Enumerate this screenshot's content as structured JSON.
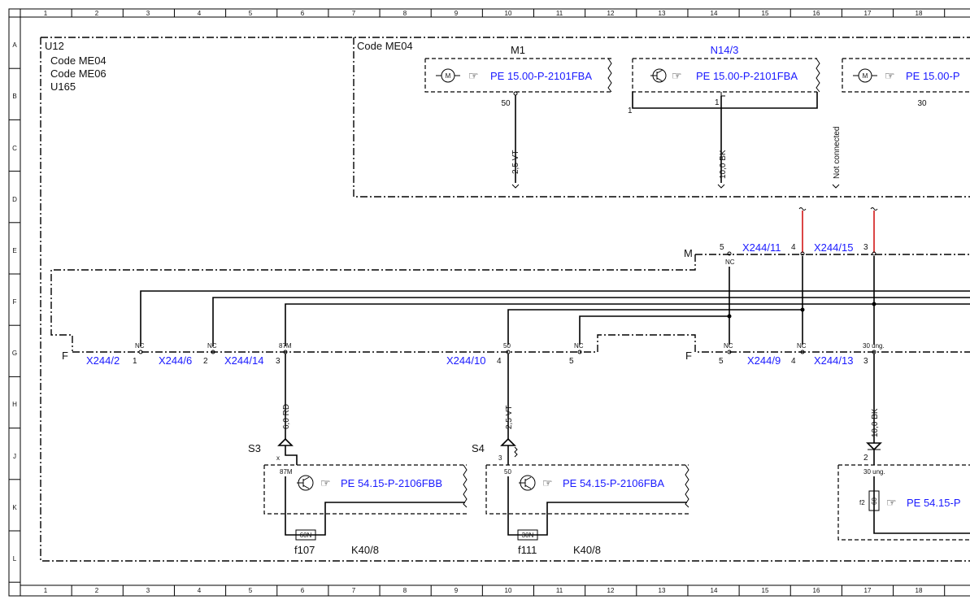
{
  "frame": {
    "columns": [
      "1",
      "2",
      "3",
      "4",
      "5",
      "6",
      "7",
      "8",
      "9",
      "10",
      "11",
      "12",
      "13",
      "14",
      "15",
      "16",
      "17",
      "18"
    ],
    "rows": [
      "A",
      "B",
      "C",
      "D",
      "E",
      "F",
      "G",
      "H",
      "J",
      "K",
      "L"
    ]
  },
  "outer_box": {
    "id": "U12",
    "codes": [
      "Code ME04",
      "Code ME06"
    ],
    "sub_id": "U165"
  },
  "upper_box": {
    "code": "Code ME04"
  },
  "components": {
    "m1": {
      "label": "M1",
      "ref": "PE 15.00-P-2101FBA",
      "pin": "50"
    },
    "n14": {
      "label": "N14/3",
      "ref": "PE 15.00-P-2101FBA",
      "pin": "1",
      "pin_b": "1"
    },
    "right_top": {
      "ref": "PE 15.00-P",
      "pin": "30"
    },
    "s3": {
      "label": "S3",
      "ref": "PE 54.15-P-2106FBB",
      "pin_top": "x",
      "pin_in": "87M"
    },
    "s4": {
      "label": "S4",
      "ref": "PE 54.15-P-2106FBA",
      "pin_top": "3",
      "pin_in": "50"
    },
    "f107": {
      "label": "f107",
      "rating": "60N"
    },
    "f111": {
      "label": "f111",
      "rating": "30N"
    },
    "k40_a": {
      "label": "K40/8"
    },
    "k40_b": {
      "label": "K40/8"
    },
    "f2": {
      "label": "f2",
      "rating": "60",
      "ref": "PE 54.15-P",
      "pin_top": "2",
      "pin_in": "30 ung."
    }
  },
  "wires": {
    "m1_wire": "2,5 VT",
    "n14_wire": "10,0 BK",
    "not_connected": "Not connected",
    "s3_wire": "6,0 RD",
    "s4_wire": "2,5 VT",
    "f2_wire": "10,0 BK"
  },
  "connectors": {
    "M": "M",
    "F_left": "F",
    "F_right": "F",
    "x244_11": {
      "label": "X244/11",
      "pin": "4",
      "nc": "NC",
      "pin_left": "5"
    },
    "x244_15": {
      "label": "X244/15",
      "pin": "3"
    },
    "x244_2": {
      "label": "X244/2",
      "pin": "1",
      "nc": "NC"
    },
    "x244_6": {
      "label": "X244/6",
      "pin": "2",
      "nc": "NC"
    },
    "x244_14": {
      "label": "X244/14",
      "pin": "3",
      "top": "87M"
    },
    "x244_10": {
      "label": "X244/10",
      "pin": "4",
      "top": "50"
    },
    "g_pin5": {
      "pin": "5",
      "nc": "NC"
    },
    "x244_9": {
      "label": "X244/9",
      "pin": "4",
      "nc": "NC",
      "pin_left": "5",
      "nc_left": "NC"
    },
    "x244_13": {
      "label": "X244/13",
      "pin": "3",
      "top": "30 ung."
    }
  }
}
